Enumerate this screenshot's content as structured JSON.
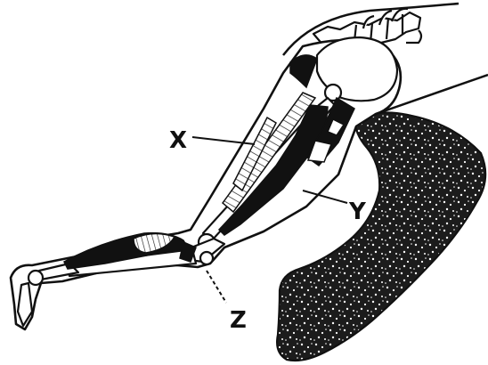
{
  "labels": {
    "x": "X",
    "y": "Y",
    "z": "Z"
  }
}
